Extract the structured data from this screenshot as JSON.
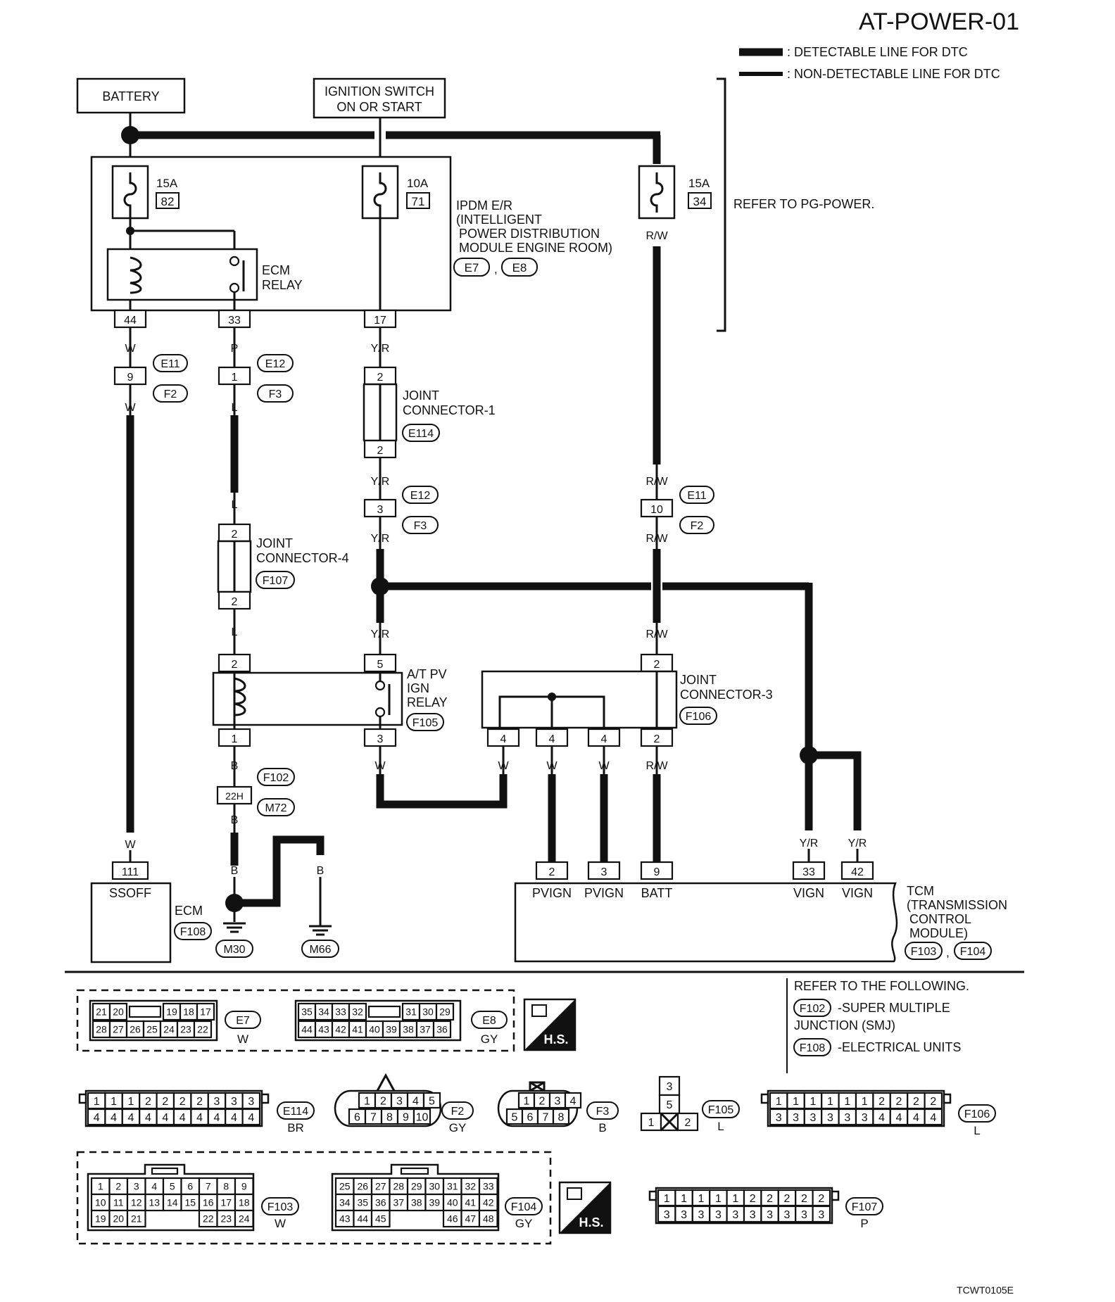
{
  "page_title": "AT-POWER-01",
  "figure_id": "TCWT0105E",
  "legend": {
    "detectable": ": DETECTABLE LINE FOR DTC",
    "non_detectable": ": NON-DETECTABLE LINE FOR DTC"
  },
  "refer_pg": "REFER TO PG-POWER.",
  "battery": "BATTERY",
  "ignition": [
    "IGNITION SWITCH",
    "ON OR START"
  ],
  "fuses": [
    {
      "amp": "15A",
      "num": "82"
    },
    {
      "amp": "10A",
      "num": "71"
    },
    {
      "amp": "15A",
      "num": "34"
    }
  ],
  "ipdm": {
    "lines": [
      "IPDM E/R",
      "(INTELLIGENT",
      "POWER DISTRIBUTION",
      "MODULE ENGINE ROOM)"
    ],
    "codes": [
      "E7",
      "E8"
    ]
  },
  "ecm_relay": [
    "ECM",
    "RELAY"
  ],
  "ipdm_pins": [
    "44",
    "33",
    "17"
  ],
  "wires": {
    "w": "W",
    "p": "P",
    "l": "L",
    "yr": "Y/R",
    "rw": "R/W",
    "b": "B"
  },
  "conn_codes": {
    "e11": "E11",
    "f2": "F2",
    "e12": "E12",
    "f3": "F3",
    "e114": "E114",
    "f107": "F107",
    "f105": "F105",
    "f106": "F106",
    "f102": "F102",
    "m72": "M72",
    "f108": "F108",
    "m30": "M30",
    "m66": "M66",
    "f103": "F103",
    "f104": "F104"
  },
  "pins": {
    "e11_9": "9",
    "e12_1": "1",
    "e12_3": "3",
    "e11_10": "10",
    "jc1_2": "2",
    "jc4_2": "2",
    "relay_2": "2",
    "relay_1": "1",
    "relay_5": "5",
    "relay_3": "3",
    "jc3_4": "4",
    "jc3_2": "2",
    "f102_22h": "22H",
    "ecm_111": "111",
    "tcm_2": "2",
    "tcm_3": "3",
    "tcm_9": "9",
    "tcm_33": "33",
    "tcm_42": "42"
  },
  "joint1": [
    "JOINT",
    "CONNECTOR-1"
  ],
  "joint4": [
    "JOINT",
    "CONNECTOR-4"
  ],
  "joint3": [
    "JOINT",
    "CONNECTOR-3"
  ],
  "atpv": [
    "A/T PV",
    "IGN",
    "RELAY"
  ],
  "ecm": {
    "pin_label": "SSOFF",
    "name": "ECM"
  },
  "tcm": {
    "pin_labels": [
      "PVIGN",
      "PVIGN",
      "BATT",
      "VIGN",
      "VIGN"
    ],
    "lines": [
      "TCM",
      "(TRANSMISSION",
      "CONTROL",
      "MODULE)"
    ]
  },
  "refer_following": {
    "title": "REFER TO THE FOLLOWING.",
    "f102_desc": [
      "-SUPER MULTIPLE",
      "JUNCTION (SMJ)"
    ],
    "f108_desc": "-ELECTRICAL UNITS"
  },
  "connector_faces": {
    "e7": {
      "code": "E7",
      "color": "W",
      "top": [
        "21",
        "20",
        "19",
        "18",
        "17"
      ],
      "bottom": [
        "28",
        "27",
        "26",
        "25",
        "24",
        "23",
        "22"
      ]
    },
    "e8": {
      "code": "E8",
      "color": "GY",
      "top": [
        "35",
        "34",
        "33",
        "32",
        "31",
        "30",
        "29"
      ],
      "bottom": [
        "44",
        "43",
        "42",
        "41",
        "40",
        "39",
        "38",
        "37",
        "36"
      ]
    },
    "e114": {
      "code": "E114",
      "color": "BR",
      "top": [
        "1",
        "1",
        "1",
        "2",
        "2",
        "2",
        "2",
        "3",
        "3",
        "3"
      ],
      "bottom": [
        "4",
        "4",
        "4",
        "4",
        "4",
        "4",
        "4",
        "4",
        "4",
        "4"
      ]
    },
    "f2": {
      "code": "F2",
      "color": "GY",
      "top": [
        "1",
        "2",
        "3",
        "4",
        "5"
      ],
      "bottom": [
        "6",
        "7",
        "8",
        "9",
        "10"
      ]
    },
    "f3": {
      "code": "F3",
      "color": "B",
      "top": [
        "1",
        "2",
        "3",
        "4"
      ],
      "bottom": [
        "5",
        "6",
        "7",
        "8"
      ]
    },
    "f105": {
      "code": "F105",
      "color": "L",
      "pins": [
        "3",
        "5",
        "1",
        "2"
      ]
    },
    "f106": {
      "code": "F106",
      "color": "L",
      "top": [
        "1",
        "1",
        "1",
        "1",
        "1",
        "1",
        "2",
        "2",
        "2",
        "2"
      ],
      "bottom": [
        "3",
        "3",
        "3",
        "3",
        "3",
        "3",
        "4",
        "4",
        "4",
        "4"
      ]
    },
    "f103": {
      "code": "F103",
      "color": "W",
      "row1": [
        "1",
        "2",
        "3",
        "4",
        "5",
        "6",
        "7",
        "8",
        "9"
      ],
      "row2": [
        "10",
        "11",
        "12",
        "13",
        "14",
        "15",
        "16",
        "17",
        "18"
      ],
      "row3": [
        "19",
        "20",
        "21",
        "22",
        "23",
        "24"
      ]
    },
    "f104": {
      "code": "F104",
      "color": "GY",
      "row1": [
        "25",
        "26",
        "27",
        "28",
        "29",
        "30",
        "31",
        "32",
        "33"
      ],
      "row2": [
        "34",
        "35",
        "36",
        "37",
        "38",
        "39",
        "40",
        "41",
        "42"
      ],
      "row3": [
        "43",
        "44",
        "45",
        "46",
        "47",
        "48"
      ]
    },
    "f107": {
      "code": "F107",
      "color": "P",
      "top": [
        "1",
        "1",
        "1",
        "1",
        "1",
        "2",
        "2",
        "2",
        "2",
        "2"
      ],
      "bottom": [
        "3",
        "3",
        "3",
        "3",
        "3",
        "3",
        "3",
        "3",
        "3",
        "3"
      ]
    }
  },
  "hs_label": "H.S."
}
